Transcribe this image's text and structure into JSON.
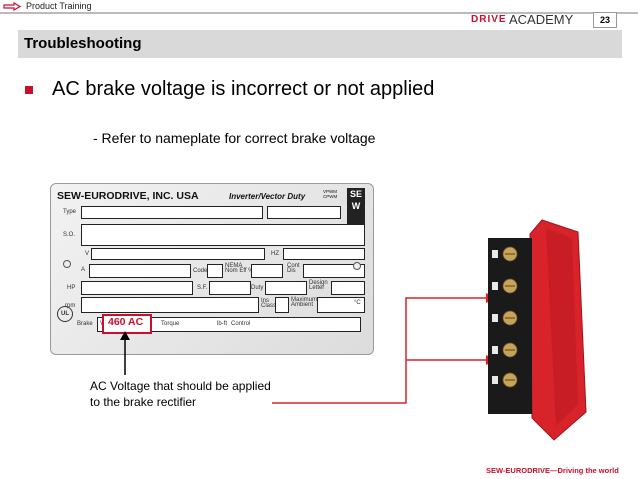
{
  "header": {
    "section_label": "Product Training",
    "page_number": "23",
    "logo_drive": "DRIVE",
    "logo_academy": "ACADEMY"
  },
  "title": "Troubleshooting",
  "bullet": "AC brake voltage is incorrect or not applied",
  "sub_bullet": "-  Refer to nameplate for correct brake voltage",
  "nameplate": {
    "brand": "SEW-EURODRIVE, INC. USA",
    "model": "Inverter/Vector Duty",
    "vpwm": "VPWM",
    "cpwm": "CPWM",
    "logo_top": "SE",
    "logo_bottom": "W",
    "labels": {
      "type": "Type",
      "so": "S.O.",
      "v": "V",
      "hz": "HZ",
      "a": "A",
      "code": "Code",
      "nema": "NEMA",
      "nom_eff": "Nom Eff %",
      "cont_dis": "Cont",
      "dis": "Dis",
      "hp": "HP",
      "sf": "S.F.",
      "duty": "Duty",
      "design": "Design",
      "letter": "Letter",
      "rpm": "rpm",
      "ins_class": "Ins",
      "class": "Class",
      "max_ambient": "Maximum",
      "ambient": "Ambient",
      "deg_c": "°C",
      "brake": "Brake",
      "brake_v": "V",
      "torque": "Torque",
      "lbft": "lb-ft",
      "control": "Control"
    },
    "brake_voltage": "460 AC"
  },
  "note": "AC Voltage that should be applied to the brake rectifier",
  "footer": "SEW-EURODRIVE—Driving the world",
  "colors": {
    "accent": "#c8102e",
    "title_bar": "#d9d9d9",
    "rectifier": "#d8232a"
  }
}
